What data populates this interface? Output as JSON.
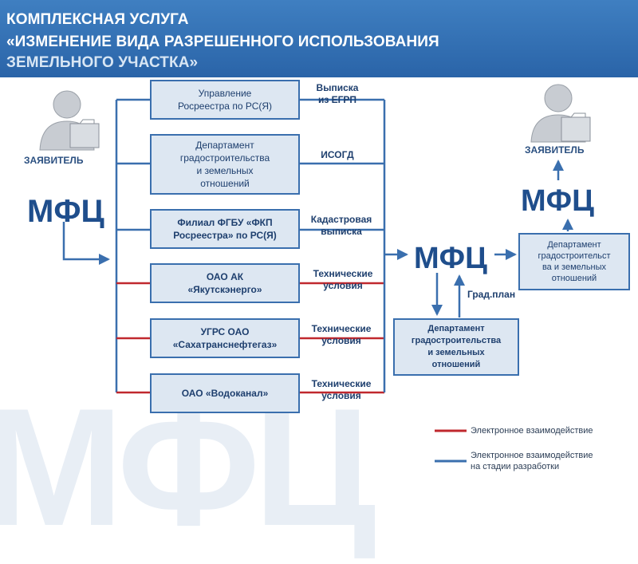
{
  "header": {
    "line1": "КОМПЛЕКСНАЯ УСЛУГА",
    "line2": "«ИЗМЕНЕНИЕ ВИДА РАЗРЕШЕННОГО ИСПОЛЬЗОВАНИЯ",
    "line3": "ЗЕМЕЛЬНОГО УЧАСТКА»"
  },
  "background_watermark": "МФЦ",
  "applicant_left": "ЗАЯВИТЕЛЬ",
  "applicant_right": "ЗАЯВИТЕЛЬ",
  "mfc_logo_text": "МФЦ",
  "agencies": [
    {
      "name": "Управление\nРосреестра по РС(Я)",
      "doc": "Выписка\nиз ЕГРП"
    },
    {
      "name": "Департамент\nградостроительства\nи земельных\nотношений",
      "doc": "ИСОГД"
    },
    {
      "name": "Филиал ФГБУ «ФКП\nРосреестра» по РС(Я)",
      "doc": "Кадастровая\nвыписка"
    },
    {
      "name": "ОАО АК\n«Якутскэнерго»",
      "doc": "Технические\nусловия"
    },
    {
      "name": "УГРС ОАО\n«Сахатранснефтегаз»",
      "doc": "Технические\nусловия"
    },
    {
      "name": "ОАО «Водоканал»",
      "doc": "Технические\nусловия"
    }
  ],
  "dept_right": "Департамент\nградостроительст\nва и земельных\nотношений",
  "dept_bottom": "Департамент\nградостроительства\nи земельных\nотношений",
  "grad_plan": "Град.план",
  "legend": {
    "electronic": "Электронное взаимодействие",
    "electronic_dev": "Электронное взаимодействие\nна стадии разработки"
  },
  "colors": {
    "blue_line": "#3a6fae",
    "red_line": "#c0282e",
    "box_fill": "#dde7f2",
    "header": "#2f6db3",
    "logo": "#1f4e8c"
  }
}
